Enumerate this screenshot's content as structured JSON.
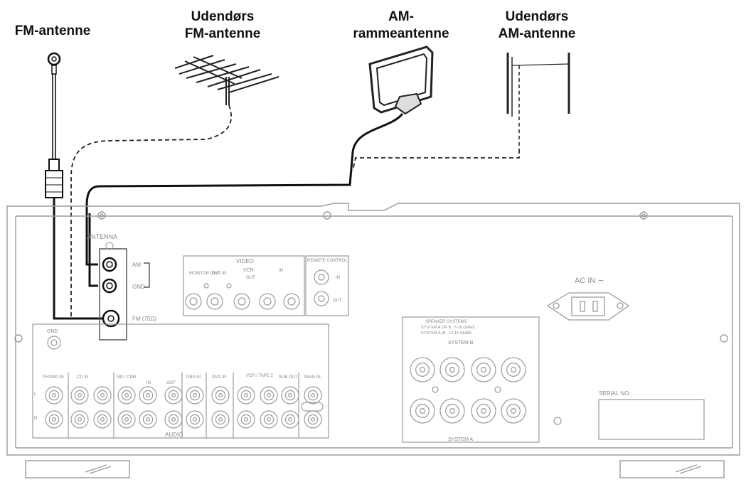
{
  "labels": {
    "fm_antenna": "FM-antenne",
    "outdoor_fm_line1": "Udendørs",
    "outdoor_fm_line2": "FM-antenne",
    "am_loop_line1": "AM-",
    "am_loop_line2": "rammeantenne",
    "outdoor_am_line1": "Udendørs",
    "outdoor_am_line2": "AM-antenne"
  },
  "panel": {
    "antenna_title": "ANTENNA",
    "am": "AM",
    "gnd": "GND",
    "fm": "FM (75Ω)",
    "video": "VIDEO",
    "monitor_out": "MONITOR OUT",
    "video_dvd_in": "DVD IN",
    "video_vcr": "VCR",
    "video_vcr_in_label": "IN",
    "video_vcr_out_label": "OUT",
    "remote_control": "REMOTE CONTROL",
    "remote_in": "IN",
    "remote_out": "OUT",
    "ac_in": "AC IN ∼",
    "gnd_terminal": "GND",
    "phono_in": "PHONO IN",
    "cd_in": "CD IN",
    "md_cdr_tape": "MD / CDR",
    "tape_in": "IN",
    "tape_out": "OUT",
    "dbs_in": "DBS IN",
    "dvd_in": "DVD IN",
    "vcr_tape2": "VCR / TAPE 2",
    "subwoofer_out": "SUB OUT",
    "main_in": "MAIN IN",
    "audio": "AUDIO",
    "channel_l": "L",
    "channel_r": "R",
    "speaker_systems": "SPEAKER SYSTEMS",
    "impedance_line1": "SYSTEM A OR B : 6-16 OHMS",
    "impedance_line2": "SYSTEM A+B : 12-16 OHMS",
    "system_b": "SYSTEM B",
    "system_a": "SYSTEM A",
    "serial_no": "SERIAL NO."
  },
  "colors": {
    "labels": "#111111",
    "panel_outline": "#9a9a9a",
    "panel_text": "#888888",
    "cable": "#111111"
  }
}
